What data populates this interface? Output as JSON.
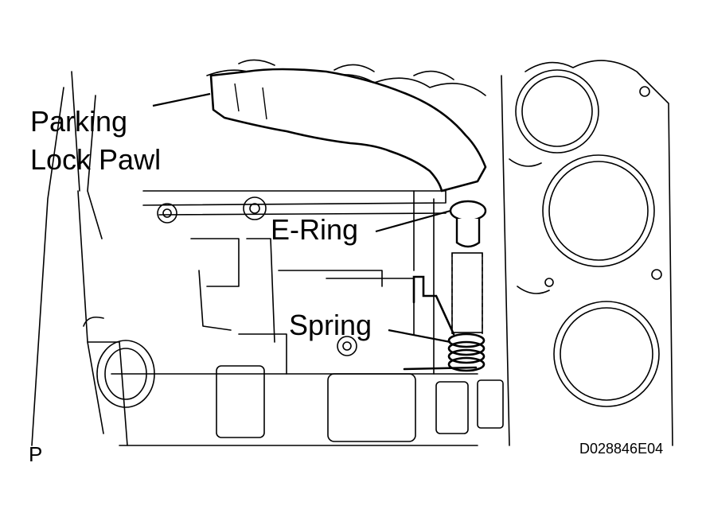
{
  "labels": {
    "parking_lock_pawl_line1": "Parking",
    "parking_lock_pawl_line2": "Lock Pawl",
    "e_ring": "E-Ring",
    "spring": "Spring",
    "corner_letter": "P",
    "figure_code": "D028846E04"
  },
  "colors": {
    "ink": "#000000",
    "background": "#ffffff"
  }
}
